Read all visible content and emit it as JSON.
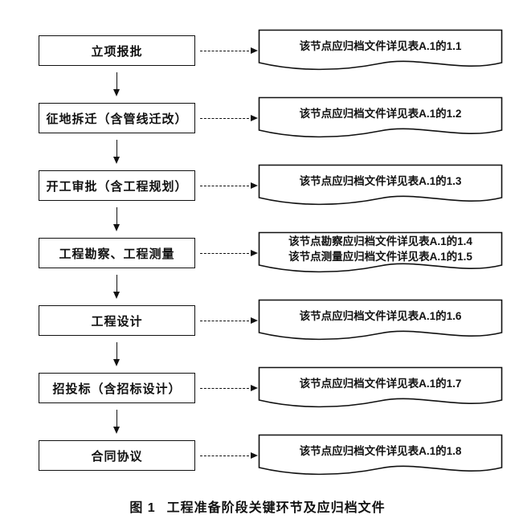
{
  "figure": {
    "caption_prefix": "图 1",
    "caption_text": "工程准备阶段关键环节及应归档文件"
  },
  "steps": [
    {
      "label": "立项报批",
      "note": "该节点应归档文件详见表A.1的1.1"
    },
    {
      "label": "征地拆迁（含管线迁改）",
      "note": "该节点应归档文件详见表A.1的1.2"
    },
    {
      "label": "开工审批（含工程规划）",
      "note": "该节点应归档文件详见表A.1的1.3"
    },
    {
      "label": "工程勘察、工程测量",
      "note": "该节点勘察应归档文件详见表A.1的1.4\n该节点测量应归档文件详见表A.1的1.5"
    },
    {
      "label": "工程设计",
      "note": "该节点应归档文件详见表A.1的1.6"
    },
    {
      "label": "招投标（含招标设计）",
      "note": "该节点应归档文件详见表A.1的1.7"
    },
    {
      "label": "合同协议",
      "note": "该节点应归档文件详见表A.1的1.8"
    }
  ]
}
